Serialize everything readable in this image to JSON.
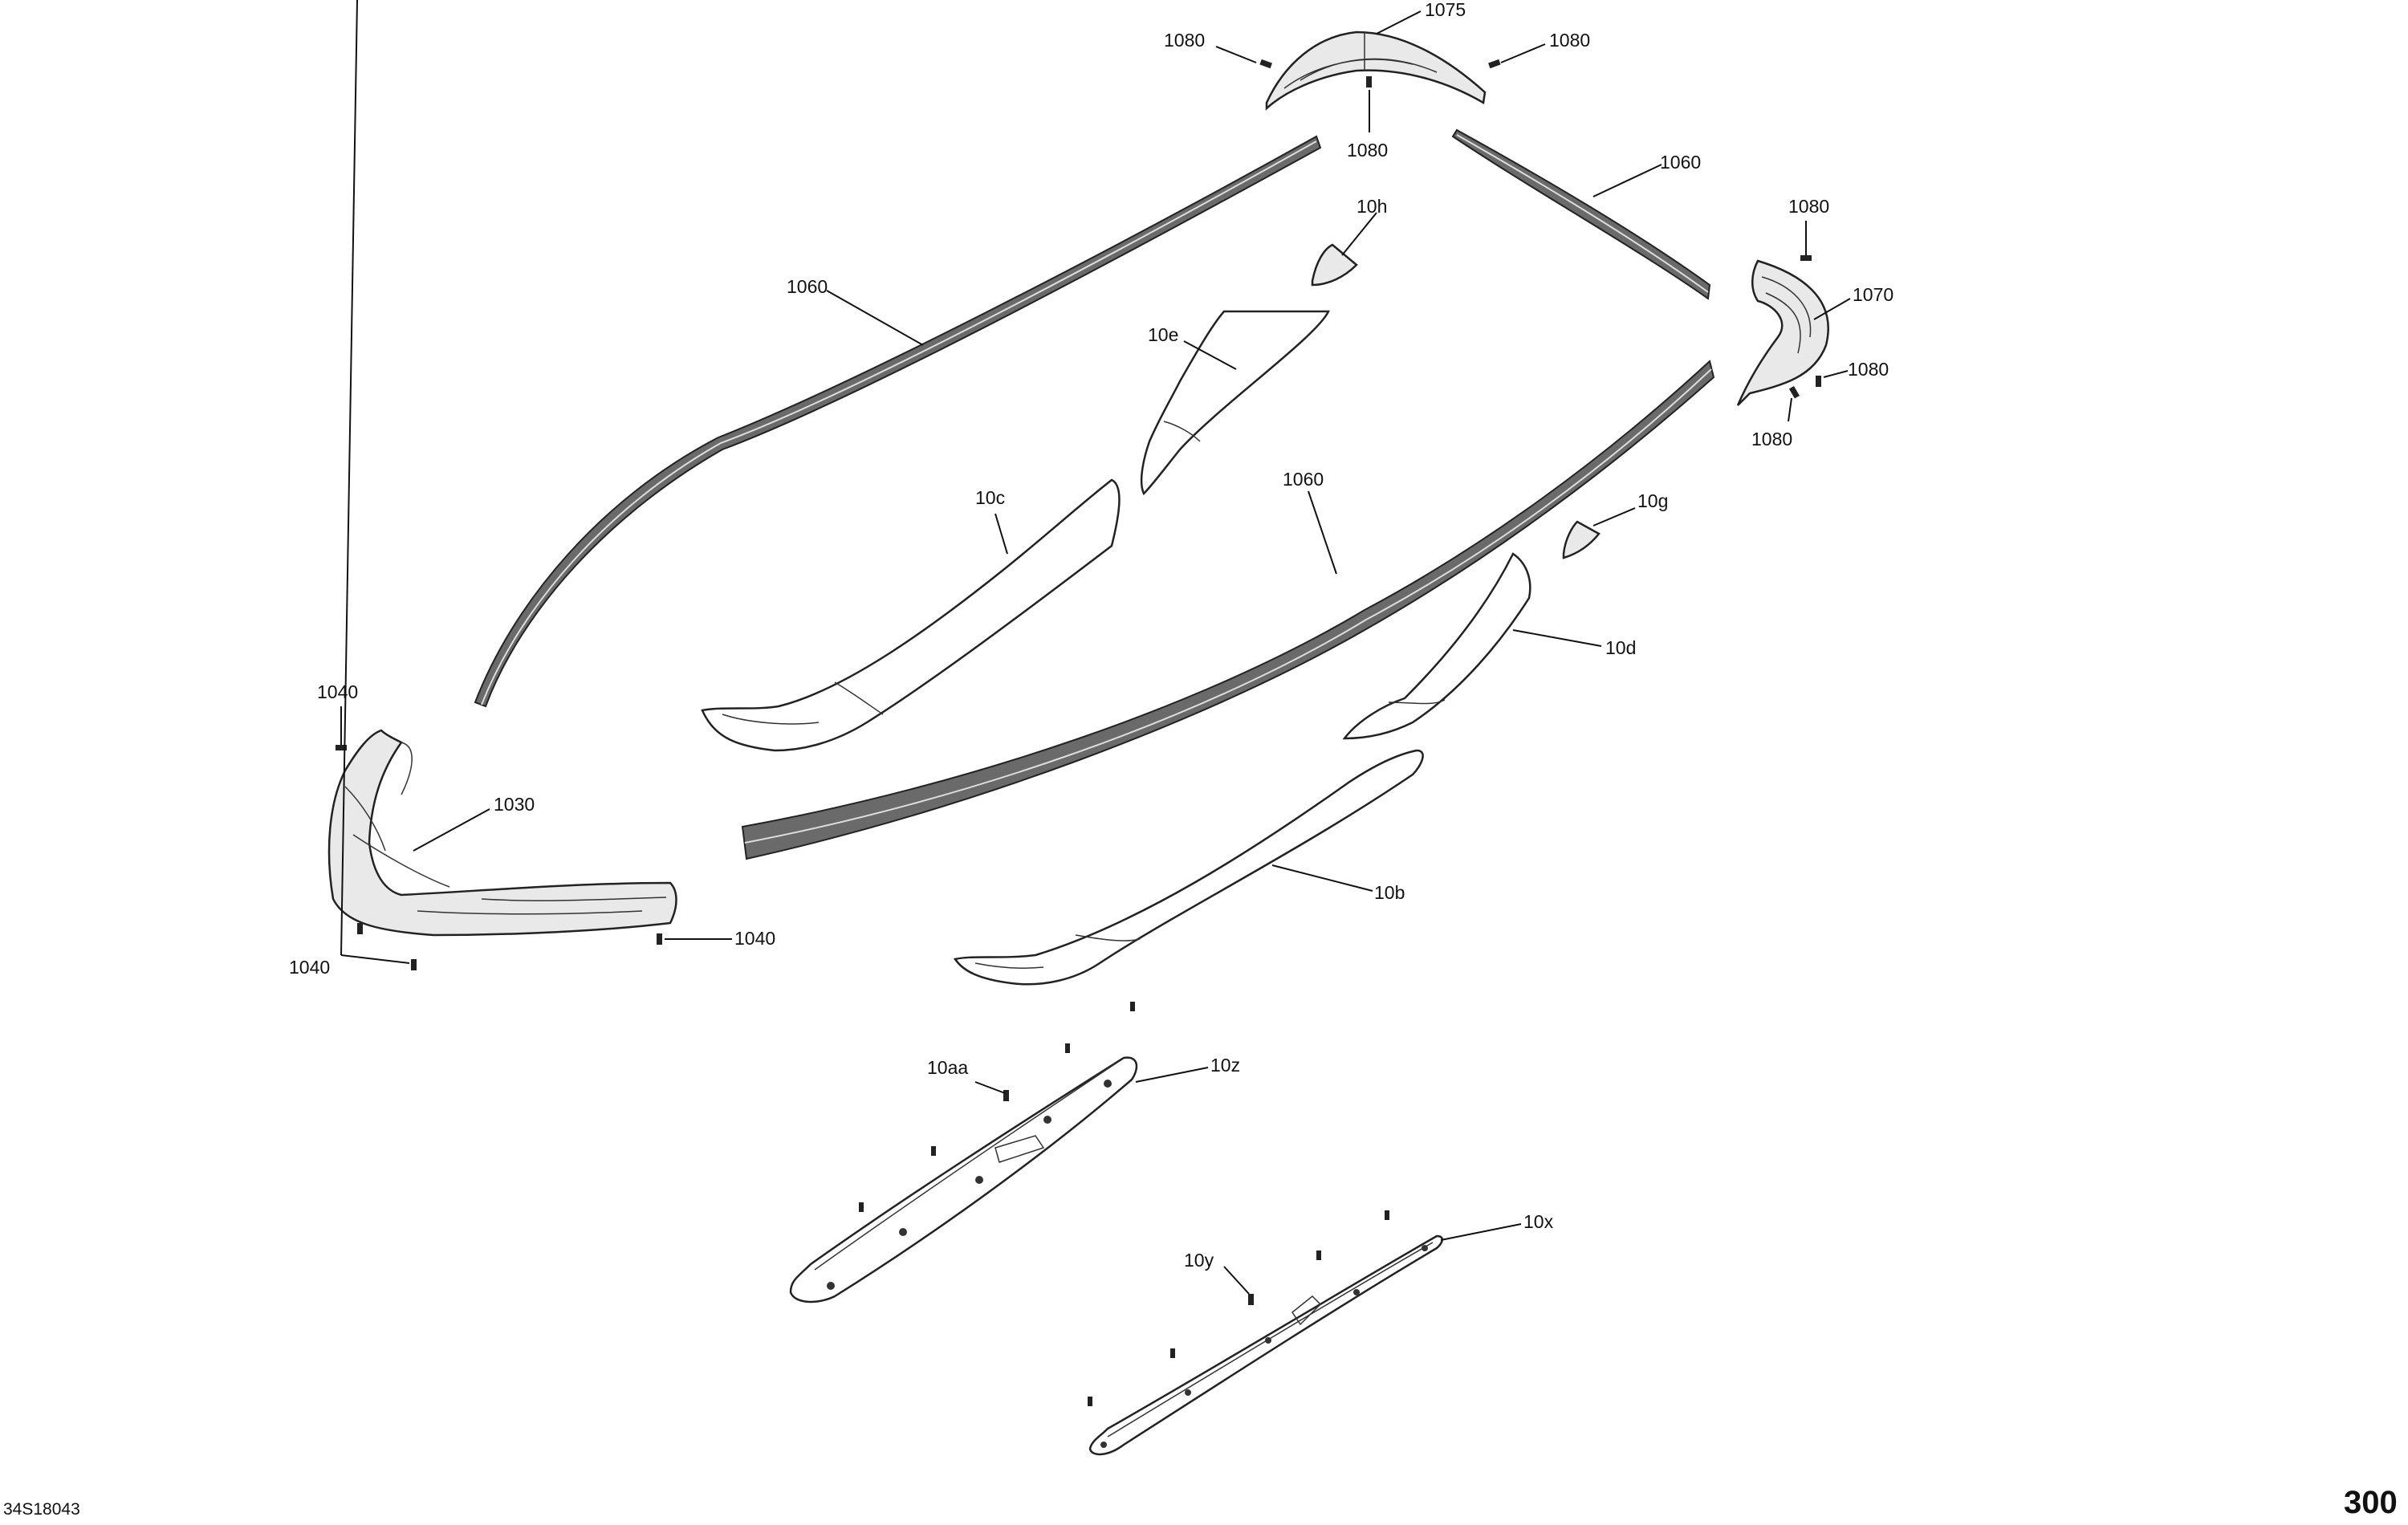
{
  "diagram": {
    "drawing_number": "34S18043",
    "page_number": "300",
    "callouts": {
      "c1075": "1075",
      "c1080_top_left": "1080",
      "c1080_top_right": "1080",
      "c1080_top_below": "1080",
      "c1060_top_right": "1060",
      "c1060_left": "1060",
      "c1060_center": "1060",
      "c1080_right_top": "1080",
      "c1070": "1070",
      "c1080_right_mid": "1080",
      "c1080_right_bottom": "1080",
      "c10h": "10h",
      "c10e": "10e",
      "c10c": "10c",
      "c10g": "10g",
      "c10d": "10d",
      "c1040_top": "1040",
      "c1030": "1030",
      "c1040_right": "1040",
      "c1040_bottom": "1040",
      "c10b": "10b",
      "c10aa": "10aa",
      "c10z": "10z",
      "c10x": "10x",
      "c10y": "10y"
    }
  }
}
